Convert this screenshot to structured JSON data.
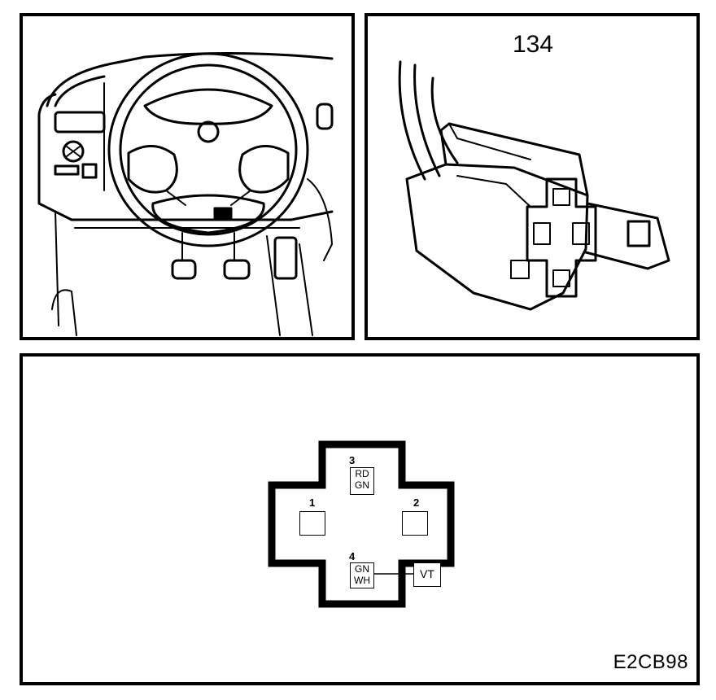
{
  "figure": {
    "connector_number": "134",
    "figure_code": "E2CB98"
  },
  "pinout": {
    "pins": [
      {
        "number": "1",
        "wire_colors": []
      },
      {
        "number": "2",
        "wire_colors": []
      },
      {
        "number": "3",
        "wire_colors": [
          "RD",
          "GN"
        ]
      },
      {
        "number": "4",
        "wire_colors": [
          "GN",
          "WH"
        ]
      }
    ],
    "connected_wire": "VT"
  }
}
